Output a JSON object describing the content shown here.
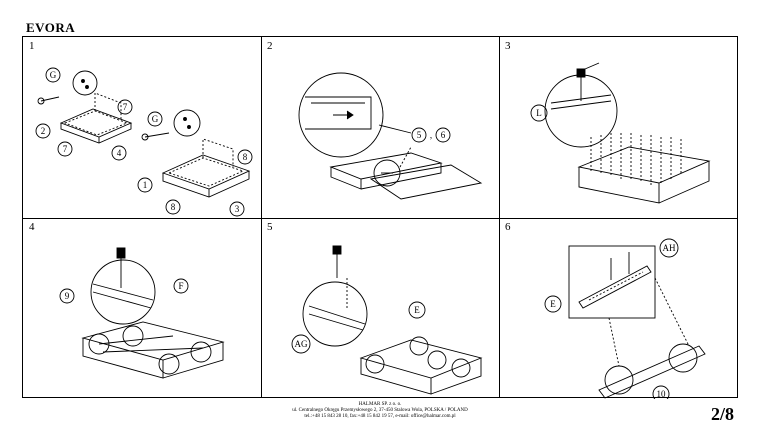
{
  "document": {
    "title": "EVORA",
    "page_number": "2/8"
  },
  "panels": [
    {
      "step": "1",
      "callouts": [
        "G",
        "2",
        "7",
        "7",
        "4",
        "G",
        "8",
        "1",
        "8",
        "3"
      ]
    },
    {
      "step": "2",
      "callouts": [
        "5",
        "6"
      ]
    },
    {
      "step": "3",
      "callouts": [
        "L"
      ]
    },
    {
      "step": "4",
      "callouts": [
        "9",
        "F"
      ]
    },
    {
      "step": "5",
      "callouts": [
        "E",
        "AG"
      ]
    },
    {
      "step": "6",
      "callouts": [
        "AH",
        "E",
        "10"
      ]
    }
  ],
  "footer": {
    "company": "HALMAR SP. z o. o.",
    "address": "ul. Centralnego Okręgu Przemysłowego 2, 37-450 Stalowa Wola, POLSKA / POLAND",
    "contact": "tel.:+48 15 843 28 10, fax:+48 15 842 19 57, e-mail: office@halmar.com.pl"
  }
}
